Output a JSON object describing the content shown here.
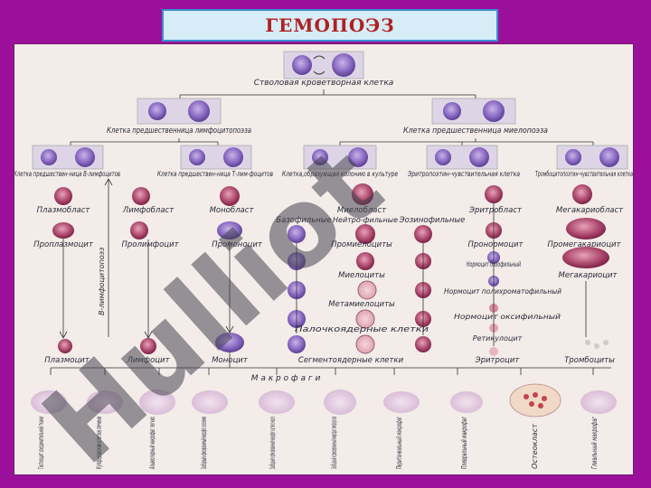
{
  "title": "ГЕМОПОЭЗ",
  "labels": {
    "stem": "Стволовая кроветворная клетка",
    "lymph_prec": "Клетка предшественница лимфоцитопоэза",
    "myelo_prec": "Клетка предшественница миелопоэза",
    "b_prec": "Клетка предшествен-ница В-лимфоцитов",
    "t_prec": "Клетка предшествен-ница Т-лим-фоцитов",
    "colony": "Клетка,образующая колонию в культуре",
    "erythro_sens": "Эритропоэтин-чувствительная клетка",
    "thrombo_sens": "Тромбоцитопоэтин-чувствительная клетка",
    "plasmoblast": "Плазмобласт",
    "lymphoblast": "Лимфобласт",
    "monoblast": "Монобласт",
    "myeloblast": "Миелобласт",
    "erythroblast": "Эритробласт",
    "megakaryoblast": "Мегакариобласт",
    "basophilic": "Базофильные",
    "neutrophilic": "Нейтро-фильные",
    "eosinophilic": "Эозинофильные",
    "proplasmocyte": "Проплазмоцит",
    "prolymphocyte": "Пролимфоцит",
    "promonocyte": "Промоноцит",
    "promyelocytes": "Промиелоциты",
    "pronormocyte": "Пронормоцит",
    "promegakaryocyte": "Промегакариоцит",
    "myelocytes": "Миелоциты",
    "normo_baso": "Нормоцит базофильный",
    "megakaryocyte": "Мегакариоцит",
    "metamyelocytes": "Метамиелоциты",
    "normo_poly": "Нормоцит полихроматофильный",
    "band": "Палочкоядерные клетки",
    "normo_oxy": "Нормоцит оксифильный",
    "reticulocyte": "Ретикулоцит",
    "b_lymphopoiesis": "В-лимфоцитопоэз",
    "plasmocyte": "Плазмоцит",
    "lymphocyte": "Лимфоцит",
    "monocyte": "Моноцит",
    "segmented": "Сегментоядерные клетки",
    "erythrocyte": "Эритроцит",
    "thrombocytes": "Тромбоциты",
    "macrophages": "М а к р о ф а г и",
    "mac1": "Гистиоцит соединительной ткани",
    "mac2": "Купферовские клетки печени",
    "mac3": "Альвеолярный макрофаг легких",
    "mac4": "Свободный и фиксированный макрофаг селезенки",
    "mac5": "Свободный и фиксированный макрофаг костного мозга",
    "mac6": "Свободный и фиксированный макрофаг лимфоузлов",
    "mac7": "Перитонеальный макрофаг",
    "mac8": "Плевральный макрофаг",
    "mac9": "Остеокласт",
    "mac10": "Глиальный макрофаг"
  },
  "watermark": "Hulliot"
}
